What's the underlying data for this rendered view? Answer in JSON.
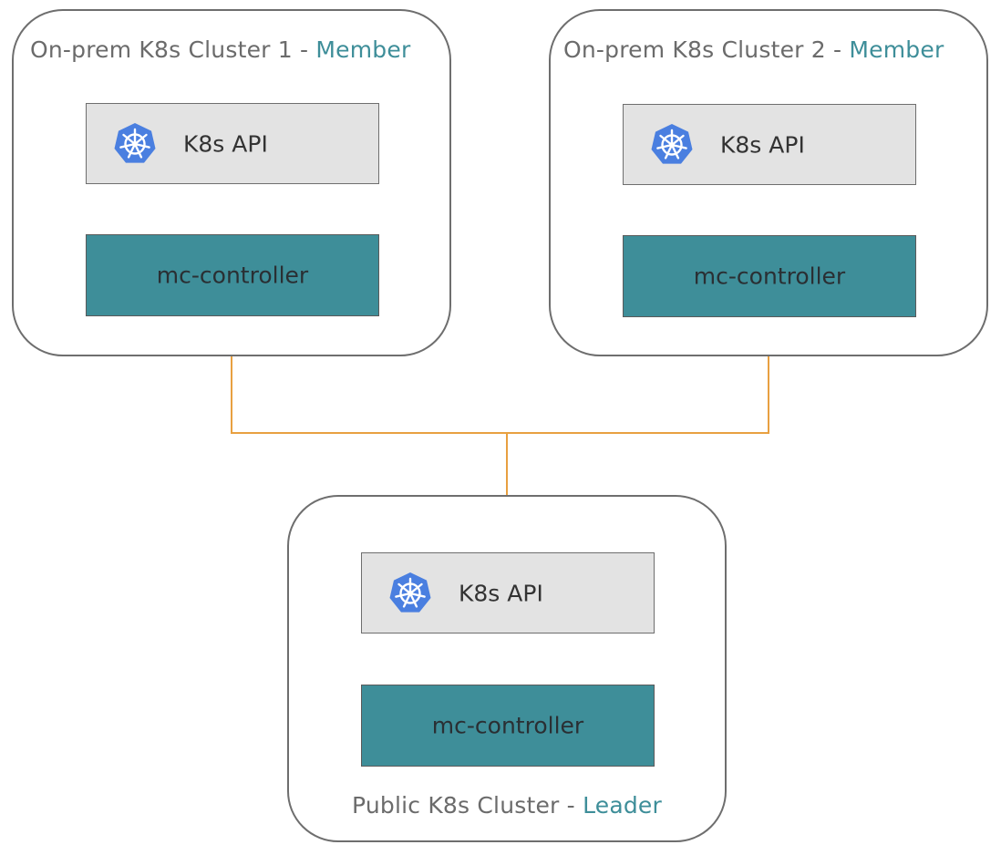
{
  "clusters": {
    "member1": {
      "title_prefix": "On-prem K8s Cluster 1 - ",
      "title_role": "Member",
      "api_label": "K8s API",
      "controller_label": "mc-controller"
    },
    "member2": {
      "title_prefix": "On-prem K8s Cluster 2 - ",
      "title_role": "Member",
      "api_label": "K8s API",
      "controller_label": "mc-controller"
    },
    "leader": {
      "title_prefix": "Public K8s Cluster - ",
      "title_role": "Leader",
      "api_label": "K8s API",
      "controller_label": "mc-controller"
    }
  },
  "icons": {
    "api": "kubernetes-wheel-icon"
  },
  "colors": {
    "accent": "#3e8e99",
    "connector": "#e8a040",
    "k8s_blue": "#4a7fe0"
  }
}
